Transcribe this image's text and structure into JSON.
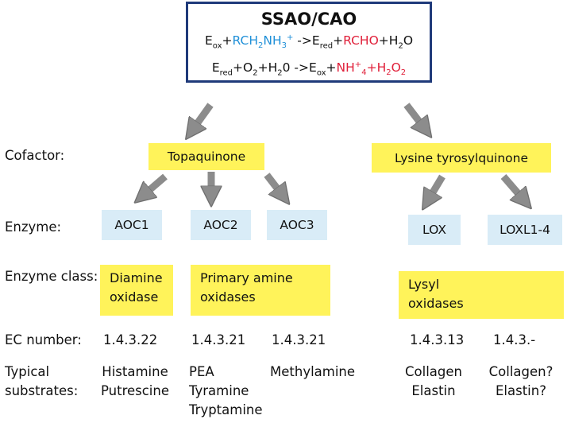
{
  "title": "SSAO/CAO",
  "reaction1": {
    "p1": "E",
    "p1_sub": "ox",
    "p2": "+",
    "p3": "RCH",
    "p3_sub": "2",
    "p4": "NH",
    "p4_sub": "3",
    "p4_sup": "+",
    "p5": " ->E",
    "p5_sub": "red",
    "p6": "+",
    "p7": "RCHO",
    "p8": "+H",
    "p8_sub": "2",
    "p9": "O"
  },
  "reaction2": {
    "p1": "E",
    "p1_sub": "red",
    "p2": "+O",
    "p2_sub": "2",
    "p3": "+H",
    "p3_sub": "2",
    "p4": "0",
    "p5": " ->E",
    "p5_sub": "ox",
    "p6": "+",
    "p7": "NH",
    "p7_sup": "+",
    "p7_sub": "4",
    "p8": "+",
    "p9": "H",
    "p9_sub": "2",
    "p10": "O",
    "p10_sub": "2"
  },
  "colors": {
    "border": "#1f3a7a",
    "highlight": "#fff35a",
    "enzyme_box": "#d9ecf7",
    "arrow": "#8c8c8c",
    "blue_text": "#2090d8",
    "red_text": "#e0203a"
  },
  "row_labels": {
    "cofactor": "Cofactor:",
    "enzyme": "Enzyme:",
    "enzyme_class": "Enzyme class:",
    "ec_number": "EC number:",
    "typical_1": "Typical",
    "typical_2": "substrates:"
  },
  "cofactors": [
    "Topaquinone",
    "Lysine tyrosylquinone"
  ],
  "enzymes": [
    "AOC1",
    "AOC2",
    "AOC3",
    "LOX",
    "LOXL1-4"
  ],
  "enzyme_classes": {
    "diamine": [
      "Diamine",
      "oxidase"
    ],
    "primary": [
      "Primary amine",
      "oxidases"
    ],
    "lysyl": [
      "Lysyl",
      "oxidases"
    ]
  },
  "ec_numbers": [
    "1.4.3.22",
    "1.4.3.21",
    "1.4.3.21",
    "1.4.3.13",
    "1.4.3.-"
  ],
  "substrates": [
    [
      "Histamine",
      "Putrescine"
    ],
    [
      "PEA",
      "Tyramine",
      "Tryptamine"
    ],
    [
      "Methylamine"
    ],
    [
      "Collagen",
      "Elastin"
    ],
    [
      "Collagen?",
      "Elastin?"
    ]
  ]
}
